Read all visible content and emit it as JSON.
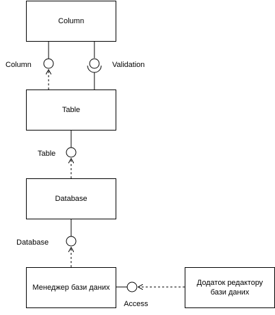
{
  "components": {
    "column": "Column",
    "table": "Table",
    "database": "Database",
    "db_manager": "Менеджер бази даних",
    "editor_app": "Додаток редактору\nбази даних"
  },
  "interfaces": {
    "column_provided": "Column",
    "validation_required": "Validation",
    "table_provided": "Table",
    "database_provided": "Database",
    "access_provided": "Access"
  },
  "colors": {
    "line": "#000000",
    "background": "#ffffff"
  }
}
